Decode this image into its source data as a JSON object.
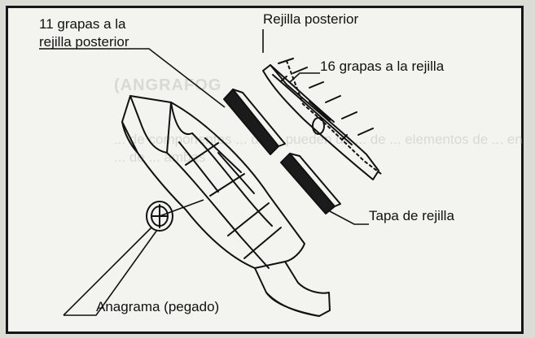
{
  "labels": {
    "grapas_11_line1": "11 grapas a la",
    "grapas_11_line2": "rejilla posterior",
    "rejilla_posterior": "Rejilla posterior",
    "grapas_16": "16 grapas a la rejilla",
    "tapa_rejilla": "Tapa de rejilla",
    "anagrama": "Anagrama (pegado)"
  },
  "ghost_text": {
    "heading": "(ANGRAFOG",
    "body": "... de componentes ... de ... pueden de ... de ... elementos de ... en ... de ... ambas"
  }
}
